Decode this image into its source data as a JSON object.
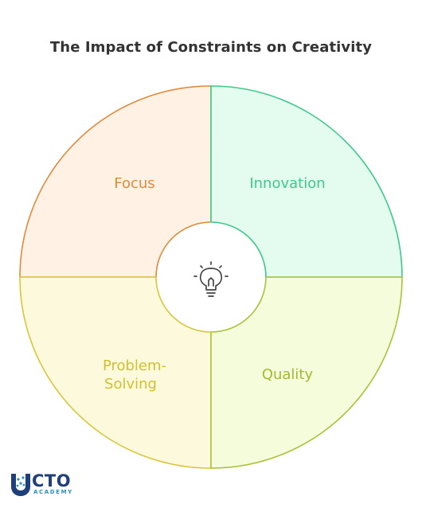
{
  "title": "The Impact of Constraints on Creativity",
  "quadrants": [
    {
      "label": "Focus",
      "fill": "#fff1e4",
      "stroke": "#e08b3e",
      "text_color": "#e08b3e"
    },
    {
      "label": "Innovation",
      "fill": "#e4fbef",
      "stroke": "#3ec98a",
      "text_color": "#3ec98a"
    },
    {
      "label": "Problem-\nSolving",
      "line1": "Problem-",
      "line2": "Solving",
      "fill": "#fdf9dc",
      "stroke": "#d9c63a",
      "text_color": "#d2bf2f"
    },
    {
      "label": "Quality",
      "fill": "#f5fcdc",
      "stroke": "#a9c23a",
      "text_color": "#a3ba2a"
    }
  ],
  "center_icon": "lightbulb-icon",
  "logo": {
    "main": "CTO",
    "sub": "ACADEMY"
  }
}
